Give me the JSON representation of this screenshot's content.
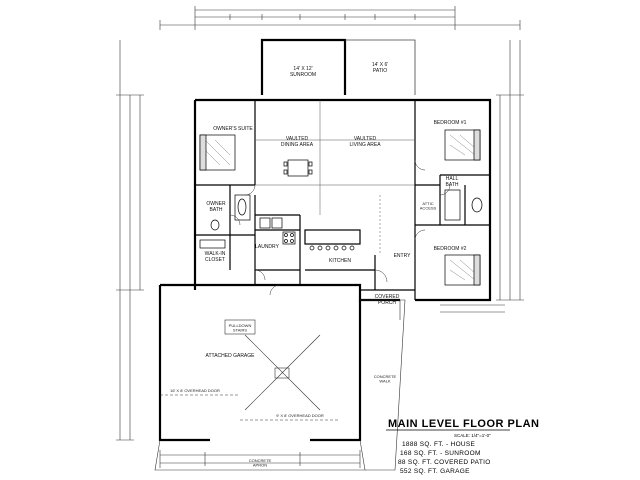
{
  "plan": {
    "title": "MAIN LEVEL FLOOR PLAN",
    "scale": "SCALE: 1/4\"=1'-0\"",
    "stats": [
      "1888 SQ. FT. - HOUSE",
      "168 SQ. FT. - SUNROOM",
      "88 SQ. FT. COVERED PATIO",
      "552 SQ. FT. GARAGE"
    ]
  },
  "rooms": {
    "sunroom": "14' X 12'\nSUNROOM",
    "patio": "14' X 6'\nPATIO",
    "owners_suite": "OWNER'S SUITE",
    "dining": "VAULTED\nDINING AREA",
    "living": "VAULTED\nLIVING AREA",
    "bedroom1": "BEDROOM #1",
    "bedroom2": "BEDROOM #2",
    "owner_bath": "OWNER\nBATH",
    "walkin_closet": "WALK-IN\nCLOSET",
    "laundry": "LAUNDRY",
    "kitchen": "KITCHEN",
    "entry": "ENTRY",
    "hall_bath": "HALL\nBATH",
    "covered_porch": "COVERED\nPORCH",
    "garage": "ATTACHED GARAGE",
    "concrete_apron": "CONCRETE\nAPRON",
    "concrete_walk": "CONCRETE\nWALK",
    "pulldown_stairs": "PULLDOWN\nSTAIRS",
    "overhead_door_1": "16' X 8' OVERHEAD DOOR",
    "overhead_door_2": "9' X 8' OVERHEAD DOOR",
    "attic_access": "ATTIC\nACCESS"
  }
}
